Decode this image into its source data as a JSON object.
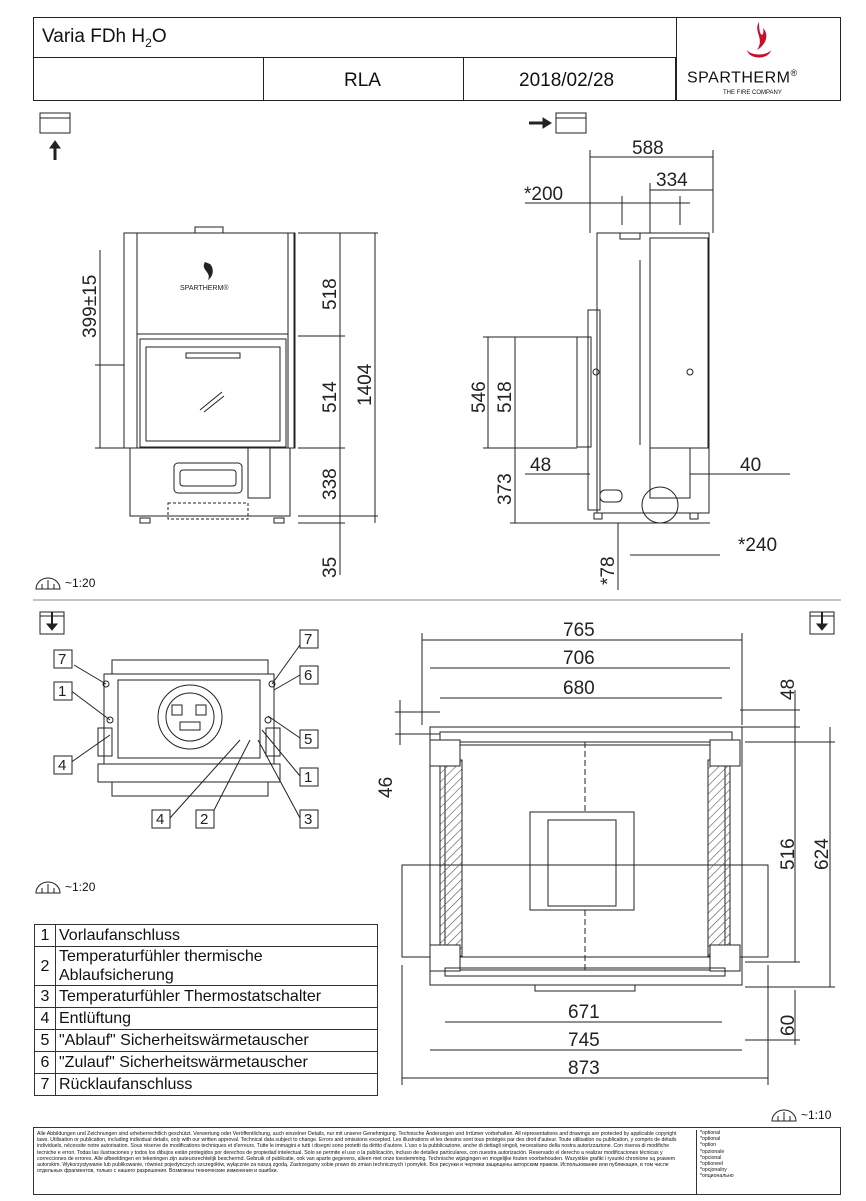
{
  "header": {
    "model_prefix": "Varia FDh H",
    "model_sub": "2",
    "model_suffix": "O",
    "variant": "RLA",
    "date": "2018/02/28",
    "brand": "SPARTHERM",
    "brand_reg": "®",
    "tagline": "THE FIRE COMPANY"
  },
  "views": {
    "front_logo": "SPARTHERM®",
    "scale_1": "~1:20",
    "scale_2": "~1:20",
    "scale_3": "~1:10"
  },
  "dimensions": {
    "front": [
      "518",
      "514",
      "338",
      "35",
      "1404",
      "399±15"
    ],
    "side": [
      "588",
      "334",
      "*200",
      "546",
      "518",
      "373",
      "48",
      "40",
      "*78",
      "*240"
    ],
    "plan": [
      "765",
      "706",
      "680",
      "48",
      "46",
      "516",
      "624",
      "671",
      "745",
      "873",
      "60"
    ]
  },
  "callouts": [
    "7",
    "1",
    "4",
    "6",
    "5",
    "1",
    "3",
    "4",
    "2",
    "7"
  ],
  "legend": [
    {
      "num": "1",
      "text": "Vorlaufanschluss"
    },
    {
      "num": "2",
      "text": "Temperaturfühler thermische Ablaufsicherung"
    },
    {
      "num": "3",
      "text": "Temperaturfühler Thermostatschalter"
    },
    {
      "num": "4",
      "text": "Entlüftung"
    },
    {
      "num": "5",
      "text": "\"Ablauf\" Sicherheitswärmetauscher"
    },
    {
      "num": "6",
      "text": "\"Zulauf\" Sicherheitswärmetauscher"
    },
    {
      "num": "7",
      "text": "Rücklaufanschluss"
    }
  ],
  "footer": {
    "disclaimer": "Alle Abbildungen und Zeichnungen sind urheberrechtlich geschützt. Verwertung oder Veröffentlichung, auch einzelner Details, nur mit unserer Genehmigung. Technische Änderungen und Irrtümer vorbehalten. All representations and drawings are protected by applicable copyright laws. Utilisation or publication, including individual details, only with our written approval. Technical data subject to change. Errors and omissions excepted. Les illustrations et les dessins sont tous protégés par des droit d'auteur. Toute utilisation ou publication, y compris de détails individuels, nécessite notre autorisation. Sous réserve de modifications techniques et d'erreurs. Tutte le immagini e tutti i disegni sono protetti da diritto d'autore. L'uso o la pubblicazione, anche di dettagli singoli, necessitano della nostra autorizzazione. Con riserva di modifiche tecniche e errori. Todas las ilustraciones y todos los dibujos están protegidos por derechos de propiedad intelectual. Solo se permite el uso o la publicación, incluso de detalles particulares, con nuestra autorización. Reservado el derecho a realizar modificaciones técnicas y correcciones de errores. Alle afbeeldingen en tekeningen zijn auteursrechtelijk beschermd. Gebruik of publicatie, ook van aparte gegevens, alleen met onze toestemming. Technische wijzigingen en mogelijke fouten voorbehouden. Wszystkie grafiki i rysunki chronione są prawem autorskim. Wykorzystywanie lub publikowanie, również pojedynczych szczegółów, wyłącznie za naszą zgodą. Zastrzegamy sobie prawo do zmian technicznych i pomyłek. Все рисунки и чертежи защищены авторским правом. Использование или публикация, в том числе отдельных фрагментов, только с нашего разрешения. Возможны технические изменения и ошибки.",
    "options": [
      "*optional",
      "*optional",
      "*option",
      "*opzionale",
      "*opcional",
      "*optioneel",
      "*opcjonalny",
      "*опционально"
    ]
  },
  "colors": {
    "line": "#222222",
    "flame_red": "#c8102e",
    "hatch": "#555555"
  }
}
